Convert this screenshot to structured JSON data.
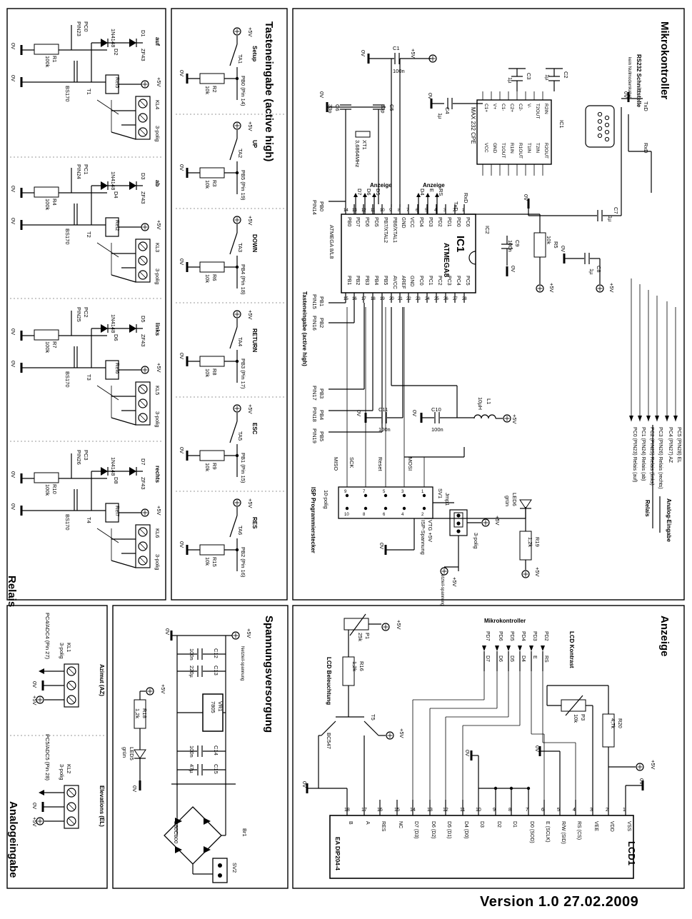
{
  "sections": {
    "relais": "Relais",
    "tasten": "Tasteneingabe (active high)",
    "mikro": "Mikrokontroller",
    "spannung": "Spannungsversorgung",
    "anzeige": "Anzeige",
    "analog": "Analogeingabe"
  },
  "version": "Version 1.0   27.02.2009",
  "relais_channels": [
    {
      "pc": "PC0",
      "pin": "PIN23",
      "r": "R1",
      "rv": "100k",
      "d1": "D1",
      "d2": "D2",
      "t": "T1",
      "rel": "Rel5",
      "kl": "KL4",
      "name": "auf"
    },
    {
      "pc": "PC1",
      "pin": "PIN24",
      "r": "R4",
      "rv": "100k",
      "d1": "D3",
      "d2": "D4",
      "t": "T2",
      "rel": "Rel2",
      "kl": "KL3",
      "name": "ab"
    },
    {
      "pc": "PC2",
      "pin": "PIN25",
      "r": "R7",
      "rv": "100k",
      "d1": "D5",
      "d2": "D6",
      "t": "T3",
      "rel": "Rel6",
      "kl": "KL5",
      "name": "links"
    },
    {
      "pc": "PC3",
      "pin": "PIN26",
      "r": "R10",
      "rv": "100k",
      "d1": "D7",
      "d2": "D8",
      "t": "T4",
      "rel": "Rel7",
      "kl": "KL6",
      "name": "rechts"
    }
  ],
  "relais_common": {
    "diode": "1N4148",
    "zener": "ZF43",
    "fet": "BS170",
    "kl_type": "3-polig",
    "v5": "+5V",
    "v0": "0V"
  },
  "buttons": [
    {
      "ta": "TA1",
      "name": "Setup",
      "r": "R2",
      "rv": "10k",
      "port": "PB0 (Pin 14)"
    },
    {
      "ta": "TA2",
      "name": "UP",
      "r": "R3",
      "rv": "10k",
      "port": "PB5 (Pin 19)"
    },
    {
      "ta": "TA3",
      "name": "DOWN",
      "r": "R6",
      "rv": "10k",
      "port": "PB4 (Pin 18)"
    },
    {
      "ta": "TA4",
      "name": "RETURN",
      "r": "R8",
      "rv": "10k",
      "port": "PB3 (Pin 17)"
    },
    {
      "ta": "TA5",
      "name": "ESC",
      "r": "R9",
      "rv": "10k",
      "port": "PB1 (Pin 15)"
    },
    {
      "ta": "TA6",
      "name": "RES",
      "r": "R15",
      "rv": "10k",
      "port": "PB2 (Pin 16)"
    }
  ],
  "mcu": {
    "ic1": "IC1",
    "ic1_name": "ATMEGA8",
    "ic1_sub": "ATMEGA 8/L8",
    "left_pins": [
      "PB0",
      "PD7",
      "PD6",
      "PD5",
      "PB7/XTAL2",
      "PB6/XTAL1",
      "GND",
      "VCC",
      "PD4",
      "PD3",
      "PD2",
      "PD1",
      "PD0",
      "PC6"
    ],
    "left_nums": [
      "14",
      "13",
      "12",
      "11",
      "10",
      "9",
      "8",
      "7",
      "6",
      "5",
      "4",
      "3",
      "2",
      "1"
    ],
    "right_pins": [
      "PB1",
      "PB2",
      "PB3",
      "PB4",
      "PB5",
      "AVCC",
      "AREF",
      "GND",
      "PC0",
      "PC1",
      "PC2",
      "PC3",
      "PC4",
      "PC5"
    ],
    "right_nums": [
      "15",
      "16",
      "17",
      "18",
      "19",
      "20",
      "21",
      "22",
      "23",
      "24",
      "25",
      "26",
      "27",
      "28"
    ],
    "ic2": "IC2",
    "ic2_name": "MAX 232 CPE",
    "max_pins_left": [
      "C1+",
      "V+",
      "C1-",
      "C2+",
      "C2-",
      "V-",
      "T2OUT",
      "R2IN"
    ],
    "max_pins_right": [
      "VCC",
      "GND",
      "T1OUT",
      "R1IN",
      "R1OUT",
      "T1IN",
      "T2IN",
      "R2OUT"
    ],
    "xtal": "XT1",
    "xtal_val": "3,6864MHz",
    "caps": [
      [
        "C1",
        "100n"
      ],
      [
        "C2",
        "1µ"
      ],
      [
        "C3",
        "1µ"
      ],
      [
        "C4",
        "1µ"
      ],
      [
        "C5",
        "33p"
      ],
      [
        "C6",
        "33p"
      ],
      [
        "C7",
        "1µ"
      ],
      [
        "C8",
        "1µ"
      ],
      [
        "C9",
        "100n"
      ],
      [
        "C10",
        "100n"
      ],
      [
        "C11",
        "100n"
      ]
    ],
    "r5": "R5",
    "r5v": "10k",
    "l1": "L1",
    "l1v": "10µH",
    "rs232": "RS232 Schnittstelle",
    "rs232_sub": "kein Nullmodemkabel!",
    "anz_left": "Anzeige",
    "anz_right": "Anzeige",
    "anz_pins_a": [
      "D7",
      "D6",
      "D5"
    ],
    "anz_pins_b": [
      "D4",
      "E",
      "RS"
    ],
    "txd": "TxD",
    "rxd": "RxD",
    "pb0": "PB0",
    "pin14": "PIN14",
    "tast_lbl": "Tasteneingabe (active high)",
    "pb1": "PB1",
    "pin15": "PIN15",
    "pb2": "PB2",
    "pin16": "PIN16",
    "pb3": "PB3",
    "pin17": "PIN17",
    "pb4": "PB4",
    "pin18": "PIN18",
    "pb5": "PB5",
    "pin19": "PIN19",
    "isp": "ISP Programmierstecker",
    "isp_pol": "10-polig",
    "sv1": "SV1",
    "isp_sig": [
      "MISO",
      "SCK",
      "Reset",
      "MOSI"
    ],
    "vtg": "VTG +5V",
    "isp_sp": "ISP-Spannung",
    "jmp": "Jmp1",
    "jmp_pol": "3-polig",
    "netz": "Netzteil-spannung",
    "led6": "LED6",
    "led6c": "grün",
    "r19": "R19",
    "r19v": "1,2k",
    "analog_in": "Analog-Eingabe",
    "relais_lbl": "Relais",
    "pc_list": [
      "PC5 (PIN28) EL",
      "PC4 (PIN27) AZ",
      "PC3 (PIN26) Relais (rechts)",
      "PC2 (PIN25) Relais (links)",
      "PC1 (PIN24) Relais (ab)",
      "PC0 (PIN23) Relais (auf)"
    ]
  },
  "power": {
    "c12": [
      "C12",
      "100n"
    ],
    "c13": [
      "C13",
      "220µ"
    ],
    "vr1": [
      "VR1",
      "7805"
    ],
    "c14": [
      "C14",
      "100n"
    ],
    "c15": [
      "C15",
      "47µ"
    ],
    "br1": "Br1",
    "br_type": "B80C800",
    "sv2": "SV2",
    "netz": "Netzteil-spannung",
    "r18": [
      "R18",
      "1,2k"
    ],
    "led5": [
      "LED5",
      "grün"
    ]
  },
  "analog": {
    "kl1": "KL1",
    "kl1_pol": "3-polig",
    "kl1_sig": "PC4/ADC4 (Pin 27)",
    "kl1_name": "Azimut (AZ)",
    "kl2": "KL2",
    "kl2_pol": "3-polig",
    "kl2_sig": "PC5/ADC5 (Pin 28)",
    "kl2_name": "Elevations (EL)"
  },
  "lcd": {
    "name": "LCD1",
    "type": "EA DIP204-4",
    "pins": [
      "VSS",
      "VDD",
      "VEE",
      "RS (CS)",
      "R/W (SID)",
      "E (SCLK)",
      "D0 (SOD)",
      "D1",
      "D2",
      "D3",
      "D4 (D0)",
      "D5 (D1)",
      "D6 (D2)",
      "D7 (D3)",
      "NC",
      "RES",
      "A",
      "B"
    ],
    "nums": [
      "1",
      "2",
      "3",
      "4",
      "5",
      "6",
      "7",
      "8",
      "9",
      "10",
      "11",
      "12",
      "13",
      "14",
      "15",
      "16",
      "17",
      "18"
    ],
    "mk_lbl": "Mikrokontroller",
    "mk_pins": [
      "PD7",
      "PD6",
      "PD5",
      "PD4",
      "PD3",
      "PD2"
    ],
    "mk_sig": [
      "D7",
      "D6",
      "D5",
      "D4",
      "E",
      "RS"
    ],
    "p1": [
      "P1",
      "25k"
    ],
    "r16": [
      "R16",
      "1,2k"
    ],
    "t5": [
      "T5",
      "BC547"
    ],
    "bel": "LCD Beleuchtung",
    "p3": [
      "P3",
      "10k"
    ],
    "r20": [
      "R20",
      "4,7k"
    ],
    "kontrast": "LCD Kontrast"
  }
}
